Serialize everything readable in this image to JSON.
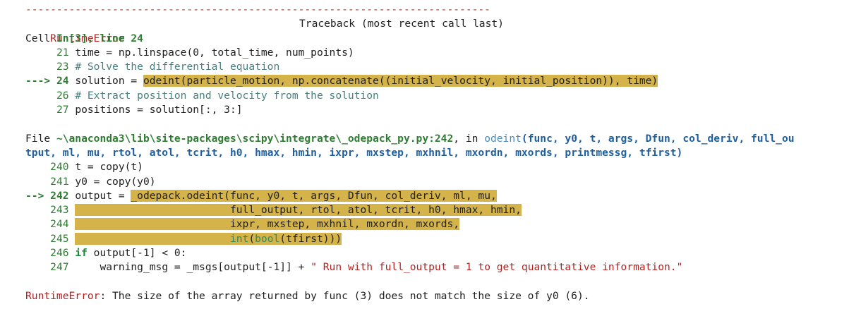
{
  "separator": "---------------------------------------------------------------------------",
  "error_name": "RuntimeError",
  "traceback_label": "Traceback (most recent call last)",
  "cell": {
    "prefix": "Cell ",
    "ref": "In[3], line 24"
  },
  "cell_lines": [
    {
      "num": "21",
      "code": "time = np.linspace(0, total_time, num_points)"
    },
    {
      "num": "23",
      "code": "# Solve the differential equation"
    },
    {
      "arrow": "---> ",
      "num": "24",
      "pre": "solution = ",
      "hl": "odeint(particle_motion, np.concatenate((initial_velocity, initial_position)), time)"
    },
    {
      "num": "26",
      "code": "# Extract position and velocity from the solution"
    },
    {
      "num": "27",
      "code": "positions = solution[:, 3:]"
    }
  ],
  "file": {
    "prefix": "File ",
    "path": "~\\anaconda3\\lib\\site-packages\\scipy\\integrate\\_odepack_py.py:242",
    "in": ", in ",
    "func": "odeint",
    "sig1": "(func, y0, t, args, Dfun, col_deriv, full_ou",
    "sig2": "tput, ml, mu, rtol, atol, tcrit, h0, hmax, hmin, ixpr, mxstep, mxhnil, mxordn, mxords, printmessg, tfirst)"
  },
  "file_lines": [
    {
      "num": "240",
      "code": "t = copy(t)"
    },
    {
      "num": "241",
      "code": "y0 = copy(y0)"
    },
    {
      "arrow": "--> ",
      "num": "242",
      "pre": "output = ",
      "hl": "_odepack.odeint(func, y0, t, args, Dfun, col_deriv, ml, mu,"
    },
    {
      "num": "243",
      "hl": "                         full_output, rtol, atol, tcrit, h0, hmax, hmin,"
    },
    {
      "num": "244",
      "hl": "                         ixpr, mxstep, mxhnil, mxordn, mxords,"
    },
    {
      "num": "245",
      "hl": "                         int(bool(tfirst)))"
    },
    {
      "num": "246",
      "kw": "if",
      "code": " output[-1] < 0:"
    },
    {
      "num": "247",
      "code": "    warning_msg = _msgs[output[-1]] + ",
      "str": "\" Run with full_output = 1 to get quantitative information.\""
    }
  ],
  "final": {
    "name": "RuntimeError",
    "message": ": The size of the array returned by func (3) does not match the size of y0 (6)."
  }
}
